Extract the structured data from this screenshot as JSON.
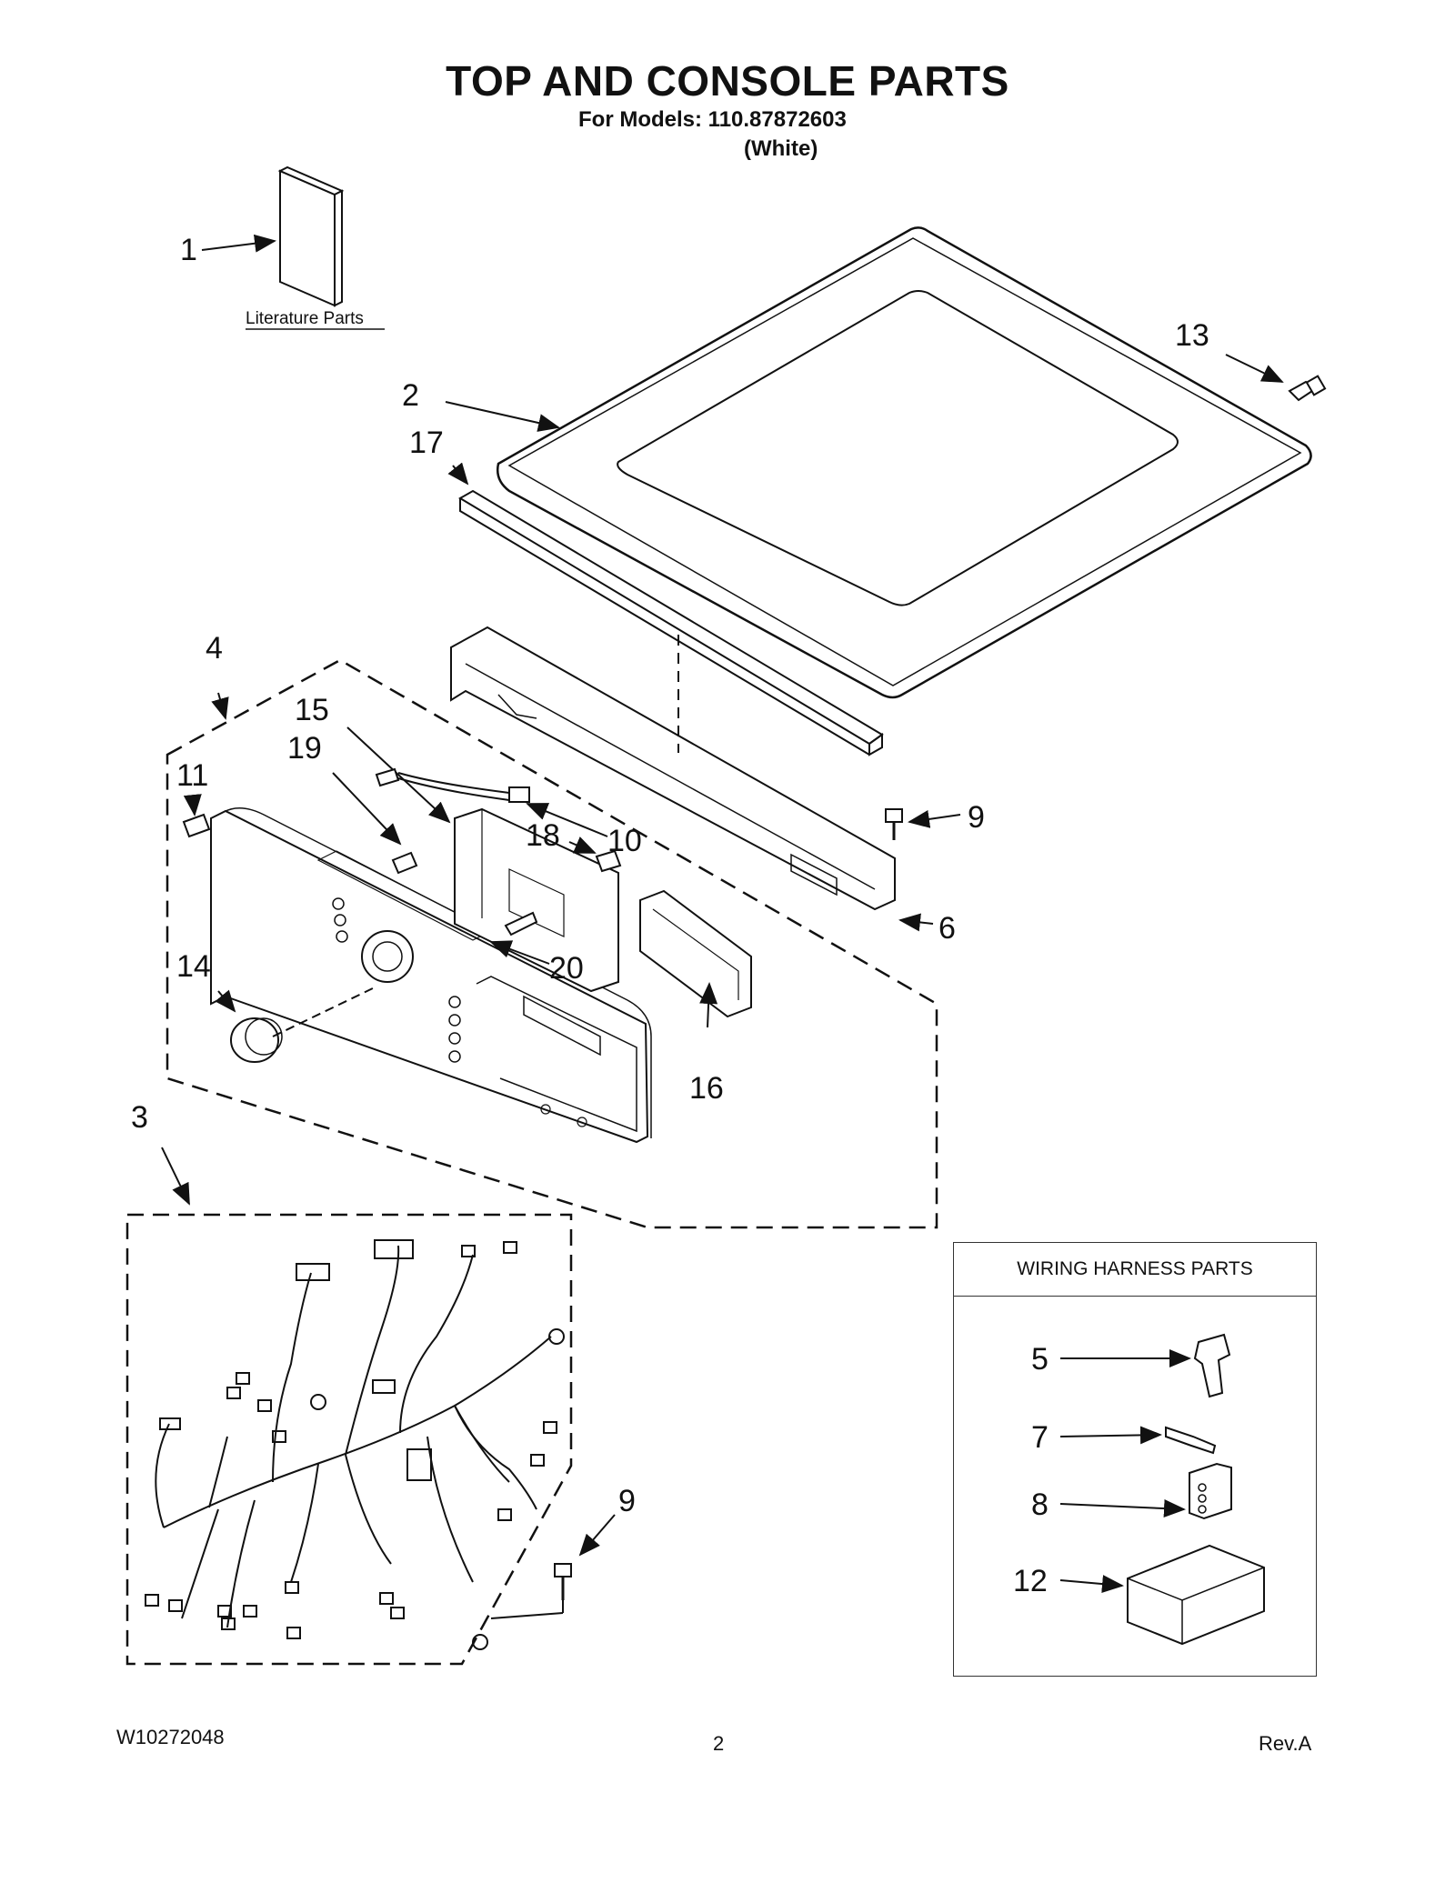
{
  "header": {
    "title": "TOP AND CONSOLE PARTS",
    "models_line": "For Models: 110.87872603",
    "color_line": "(White)"
  },
  "literature_label": "Literature Parts",
  "callouts": {
    "c1": "1",
    "c2": "2",
    "c3": "3",
    "c4": "4",
    "c6": "6",
    "c9a": "9",
    "c9b": "9",
    "c10": "10",
    "c11": "11",
    "c13": "13",
    "c14": "14",
    "c15": "15",
    "c16": "16",
    "c17": "17",
    "c18": "18",
    "c19": "19",
    "c20": "20"
  },
  "wiring_box": {
    "title": "WIRING HARNESS PARTS",
    "items": [
      "5",
      "7",
      "8",
      "12"
    ]
  },
  "footer": {
    "doc_number": "W10272048",
    "page": "2",
    "revision": "Rev.A"
  }
}
